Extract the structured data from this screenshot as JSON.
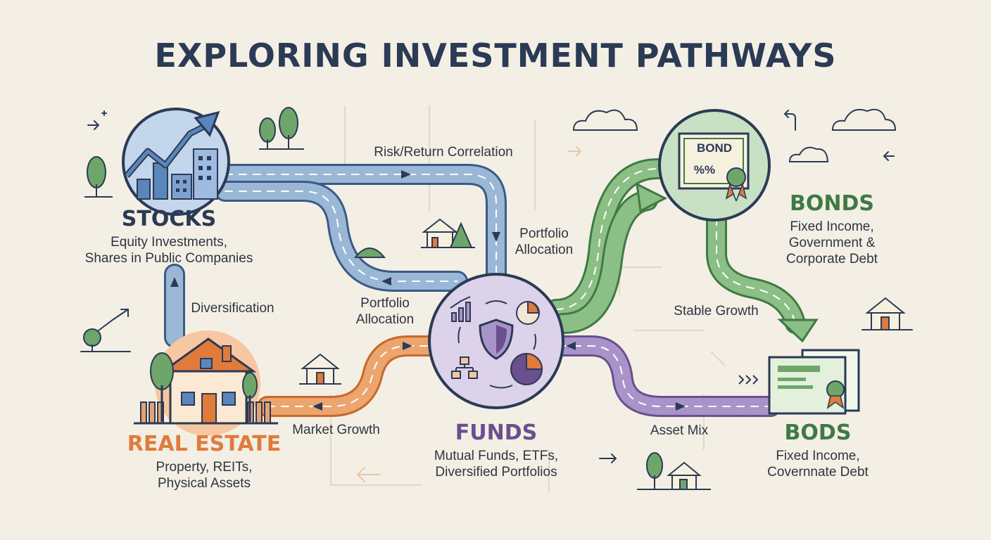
{
  "title": "EXPLORING INVESTMENT PATHWAYS",
  "nodes": {
    "stocks": {
      "heading": "STOCKS",
      "line1": "Equity Investments,",
      "line2": "Shares in Public Companies"
    },
    "real_estate": {
      "heading": "REAL ESTATE",
      "line1": "Property, REITs,",
      "line2": "Physical Assets"
    },
    "funds": {
      "heading": "FUNDS",
      "line1": "Mutual Funds, ETFs,",
      "line2": "Diversified Portfolios"
    },
    "bonds_top": {
      "heading": "BONDS",
      "line1": "Fixed Income,",
      "line2": "Government &",
      "line3": "Corporate Debt",
      "badge": "BOND",
      "percent": "%%"
    },
    "bonds_bottom": {
      "heading": "BODS",
      "line1": "Fixed Income,",
      "line2": "Covernnate Debt"
    }
  },
  "edges": {
    "risk_return": "Risk/Return Correlation",
    "portfolio_allocation_right": {
      "line1": "Portfolio",
      "line2": "Allocation"
    },
    "portfolio_allocation_left": {
      "line1": "Portfolio",
      "line2": "Allocation"
    },
    "diversification": "Diversification",
    "market_growth": "Market Growth",
    "stable_growth": "Stable Growth",
    "asset_mix": "Asset Mix"
  },
  "colors": {
    "stocks": "#2b3a55",
    "real_estate": "#e07b3c",
    "funds": "#6b4f8f",
    "bonds": "#3f7a45",
    "blue_road": "#9ab8d6",
    "green_road": "#8cbf86",
    "purple_road": "#a894c8",
    "orange_road": "#eba56f",
    "background": "#f3efe4"
  }
}
